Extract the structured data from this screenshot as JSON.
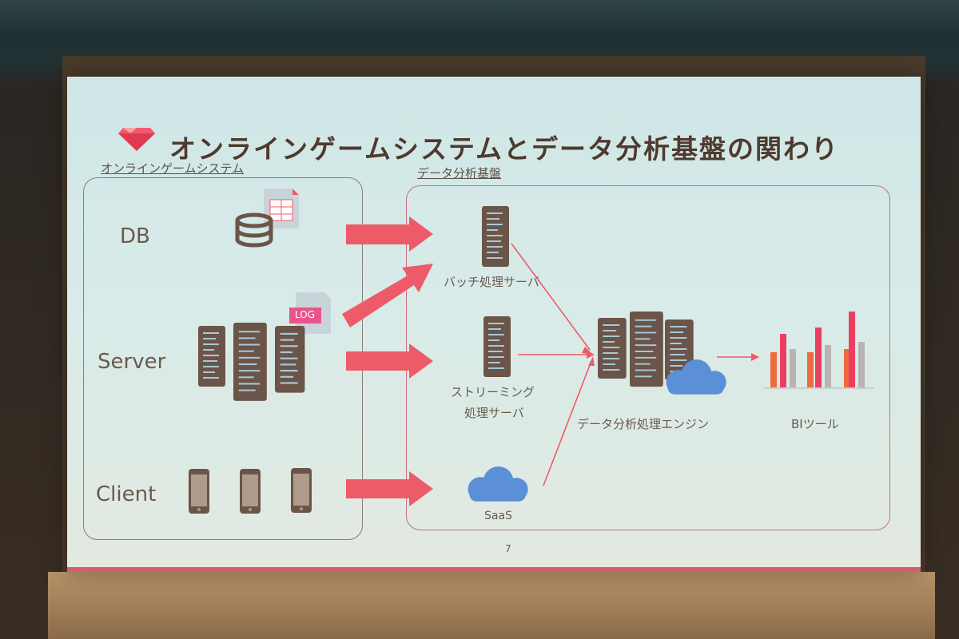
{
  "slide": {
    "title": "オンラインゲームシステムとデータ分析基盤の関わり",
    "page_number": "7"
  },
  "left_section": {
    "heading": "オンラインゲームシステム",
    "rows": [
      {
        "label": "DB"
      },
      {
        "label": "Server"
      },
      {
        "label": "Client"
      }
    ],
    "log_badge": "LOG"
  },
  "right_section": {
    "heading": "データ分析基盤",
    "nodes": {
      "batch": "バッチ処理サーバ",
      "streaming_line1": "ストリーミング",
      "streaming_line2": "処理サーバ",
      "saas": "SaaS",
      "engine": "データ分析処理エンジン",
      "bi": "BIツール"
    }
  },
  "colors": {
    "accent": "#f25a6e",
    "arrow": "#ee5b68",
    "server": "#6b5448",
    "cloud": "#5b8fd6",
    "bar_orange": "#ef6a3c",
    "bar_red": "#ea3e62",
    "bar_gray": "#b9b4b4"
  },
  "icons": [
    "ruby-icon",
    "database-icon",
    "spreadsheet-icon",
    "log-file-icon",
    "server-rack-icon",
    "smartphone-icon",
    "cloud-icon",
    "bar-chart-icon"
  ]
}
